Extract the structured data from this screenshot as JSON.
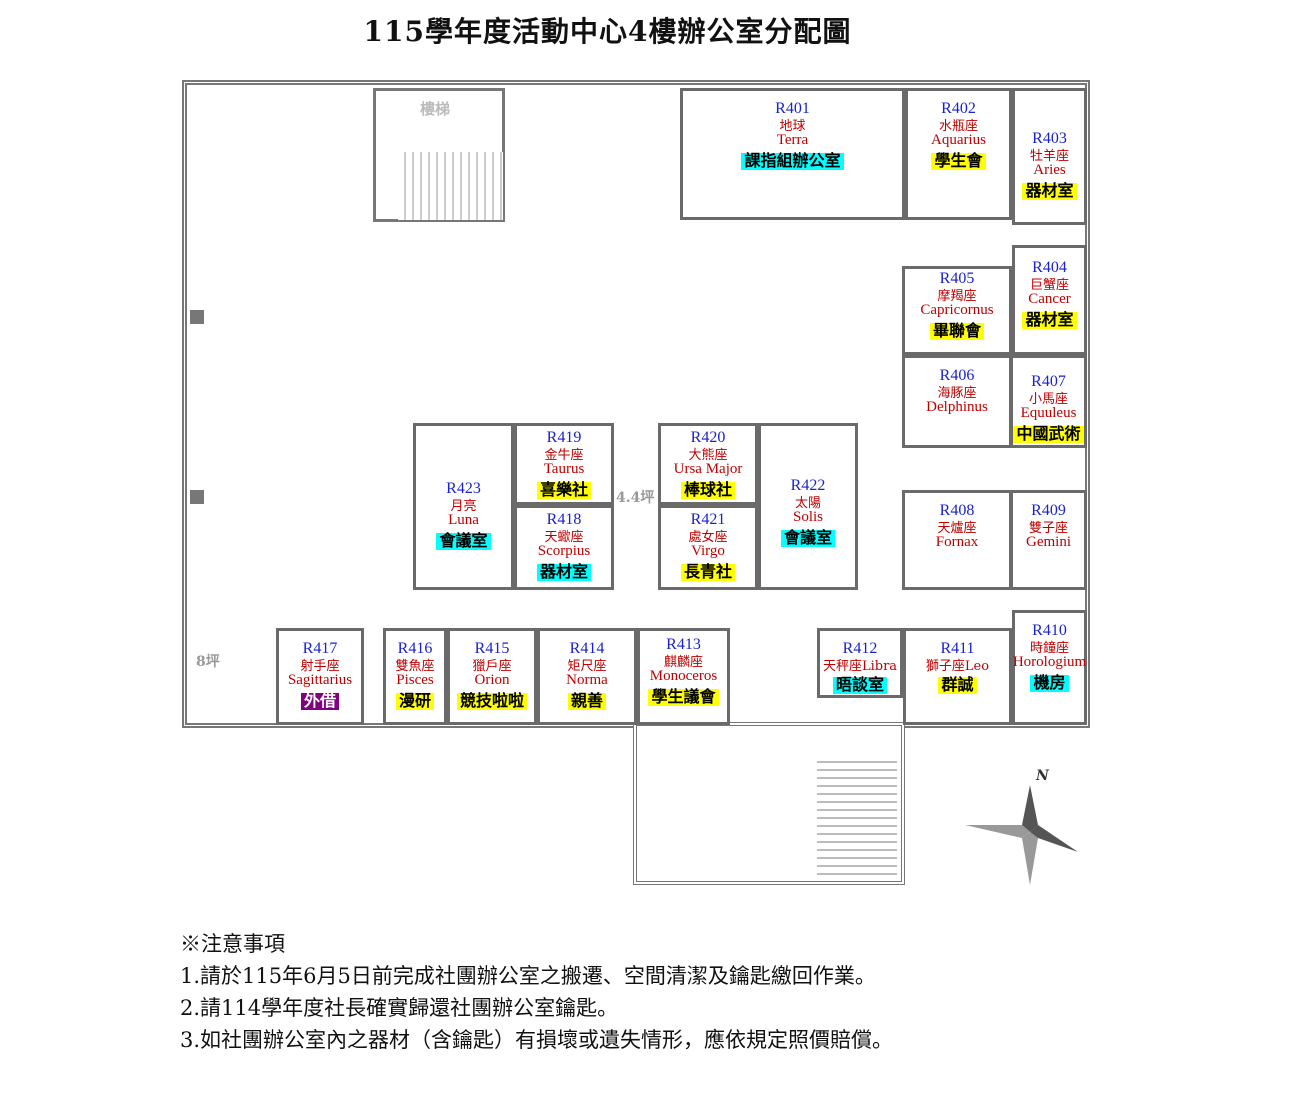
{
  "title": "115學年度活動中心4樓辦公室分配圖",
  "labels": {
    "stairs": "樓梯",
    "area_center": "4.4坪",
    "area_left": "8坪",
    "north": "N"
  },
  "rooms": [
    {
      "id": "R401",
      "zh": "地球",
      "en": "Terra",
      "tag": "課指組辦公室",
      "tag_color": "#00ffff"
    },
    {
      "id": "R402",
      "zh": "水瓶座",
      "en": "Aquarius",
      "tag": "學生會",
      "tag_color": "#ffff00"
    },
    {
      "id": "R403",
      "zh": "牡羊座",
      "en": "Aries",
      "tag": "器材室",
      "tag_color": "#ffff00"
    },
    {
      "id": "R404",
      "zh": "巨蟹座",
      "en": "Cancer",
      "tag": "器材室",
      "tag_color": "#ffff00"
    },
    {
      "id": "R405",
      "zh": "摩羯座",
      "en": "Capricornus",
      "tag": "畢聯會",
      "tag_color": "#ffff00"
    },
    {
      "id": "R406",
      "zh": "海豚座",
      "en": "Delphinus"
    },
    {
      "id": "R407",
      "zh": "小馬座",
      "en": "Equuleus",
      "tag": "中國武術",
      "tag_color": "#ffff00"
    },
    {
      "id": "R408",
      "zh": "天爐座",
      "en": "Fornax"
    },
    {
      "id": "R409",
      "zh": "雙子座",
      "en": "Gemini"
    },
    {
      "id": "R410",
      "zh": "時鐘座",
      "en": "Horologium",
      "tag": "機房",
      "tag_color": "#00ffff"
    },
    {
      "id": "R411",
      "zh": "獅子座Leo",
      "tag": "群誠",
      "tag_color": "#ffff00"
    },
    {
      "id": "R412",
      "zh": "天秤座Libra",
      "tag": "晤談室",
      "tag_color": "#00ffff"
    },
    {
      "id": "R413",
      "zh": "麒麟座",
      "en": "Monoceros",
      "tag": "學生議會",
      "tag_color": "#ffff00"
    },
    {
      "id": "R414",
      "zh": "矩尺座",
      "en": "Norma",
      "tag": "親善",
      "tag_color": "#ffff00"
    },
    {
      "id": "R415",
      "zh": "獵戶座",
      "en": "Orion",
      "tag": "競技啦啦",
      "tag_color": "#ffff00"
    },
    {
      "id": "R416",
      "zh": "雙魚座",
      "en": "Pisces",
      "tag": "漫研",
      "tag_color": "#ffff00"
    },
    {
      "id": "R417",
      "zh": "射手座",
      "en": "Sagittarius",
      "tag": "外借",
      "tag_color": "#800080"
    },
    {
      "id": "R418",
      "zh": "天蠍座",
      "en": "Scorpius",
      "tag": "器材室",
      "tag_color": "#00ffff"
    },
    {
      "id": "R419",
      "zh": "金牛座",
      "en": "Taurus",
      "tag": "喜樂社",
      "tag_color": "#ffff00"
    },
    {
      "id": "R420",
      "zh": "大熊座",
      "en": "Ursa Major",
      "tag": "棒球社",
      "tag_color": "#ffff00"
    },
    {
      "id": "R421",
      "zh": "處女座",
      "en": "Virgo",
      "tag": "長青社",
      "tag_color": "#ffff00"
    },
    {
      "id": "R422",
      "zh": "太陽",
      "en": "Solis",
      "tag": "會議室",
      "tag_color": "#00ffff"
    },
    {
      "id": "R423",
      "zh": "月亮",
      "en": "Luna",
      "tag": "會議室",
      "tag_color": "#00ffff"
    }
  ],
  "notes": {
    "heading": "※注意事項",
    "items": [
      "1.請於115年6月5日前完成社團辦公室之搬遷、空間清潔及鑰匙繳回作業。",
      "2.請114學年度社長確實歸還社團辦公室鑰匙。",
      "3.如社團辦公室內之器材（含鑰匙）有損壞或遺失情形，應依規定照價賠償。"
    ]
  }
}
